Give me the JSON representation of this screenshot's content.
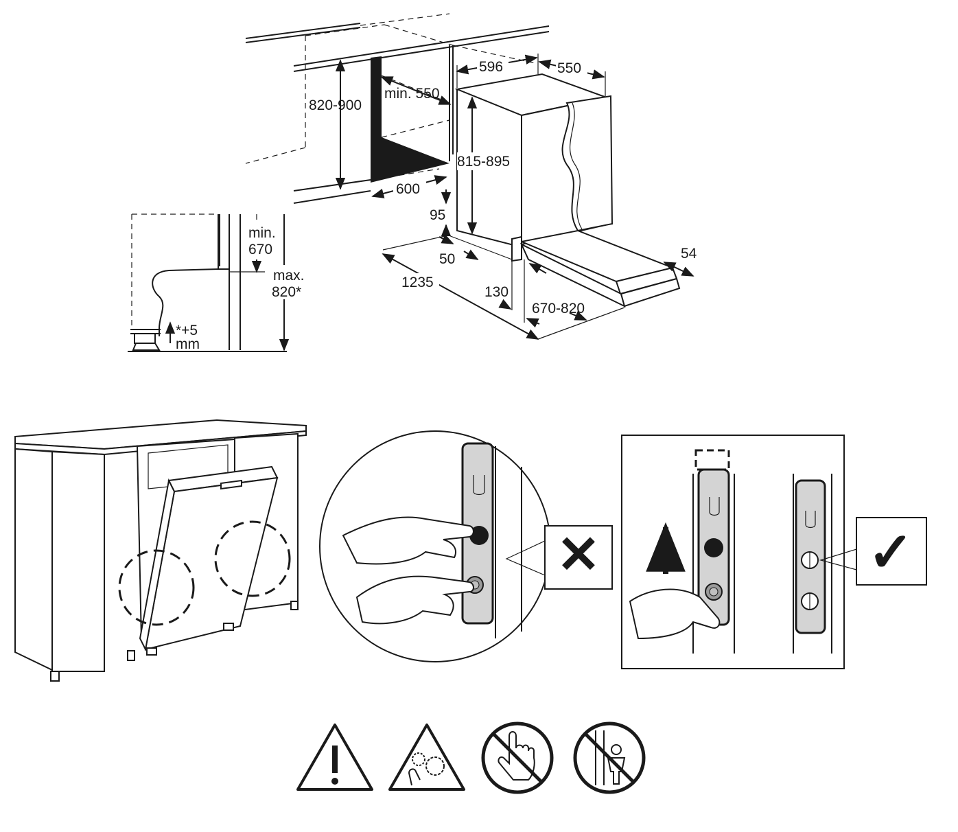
{
  "dimensions": {
    "niche_height": "820-900",
    "min_depth": "min. 550",
    "niche_width": "600",
    "appliance_width": "596",
    "appliance_depth": "550",
    "appliance_height": "815-895",
    "plinth_95": "95",
    "plinth_50": "50",
    "door_travel": "1235",
    "toe_kick": "130",
    "door_height": "670-820",
    "door_thickness": "54",
    "side_min_label": "min.",
    "side_min_value": "670",
    "side_max_label": "max.",
    "side_max_value": "820*",
    "footnote_a": "*+5",
    "footnote_b": "mm"
  },
  "symbols": {
    "wrong": "✕",
    "right": "✓"
  },
  "warning_icons": [
    "warning-triangle-icon",
    "moving-parts-warning-icon",
    "no-touch-icon",
    "no-children-icon"
  ]
}
